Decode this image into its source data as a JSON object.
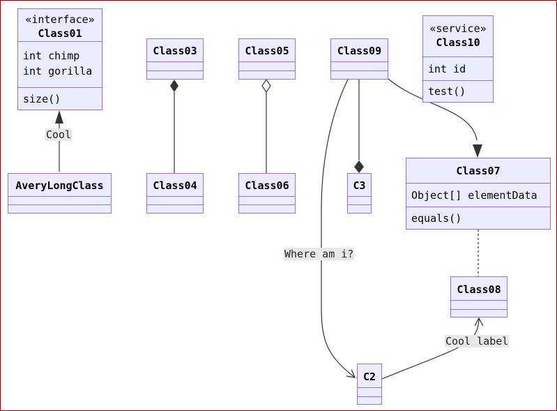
{
  "classes": {
    "class01": {
      "stereotype": "«interface»",
      "name": "Class01",
      "attributes": [
        "int chimp",
        "int gorilla"
      ],
      "methods": [
        "size()"
      ]
    },
    "class03": {
      "name": "Class03"
    },
    "class05": {
      "name": "Class05"
    },
    "class09": {
      "name": "Class09"
    },
    "class10": {
      "stereotype": "«service»",
      "name": "Class10",
      "attributes": [
        "int id"
      ],
      "methods": [
        "test()"
      ]
    },
    "averylongclass": {
      "name": "AveryLongClass"
    },
    "class04": {
      "name": "Class04"
    },
    "class06": {
      "name": "Class06"
    },
    "c3": {
      "name": "C3"
    },
    "class07": {
      "name": "Class07",
      "attributes": [
        "Object[] elementData"
      ],
      "methods": [
        "equals()"
      ]
    },
    "class08": {
      "name": "Class08"
    },
    "c2": {
      "name": "C2"
    }
  },
  "edge_labels": {
    "cool": "Cool",
    "where_am_i": "Where am i?",
    "cool_label": "Cool label"
  },
  "colors": {
    "node_fill": "#ececff",
    "node_border": "#9370db",
    "edge": "#333333",
    "label_bg": "#e8e8e8",
    "frame": "#8a0000"
  }
}
